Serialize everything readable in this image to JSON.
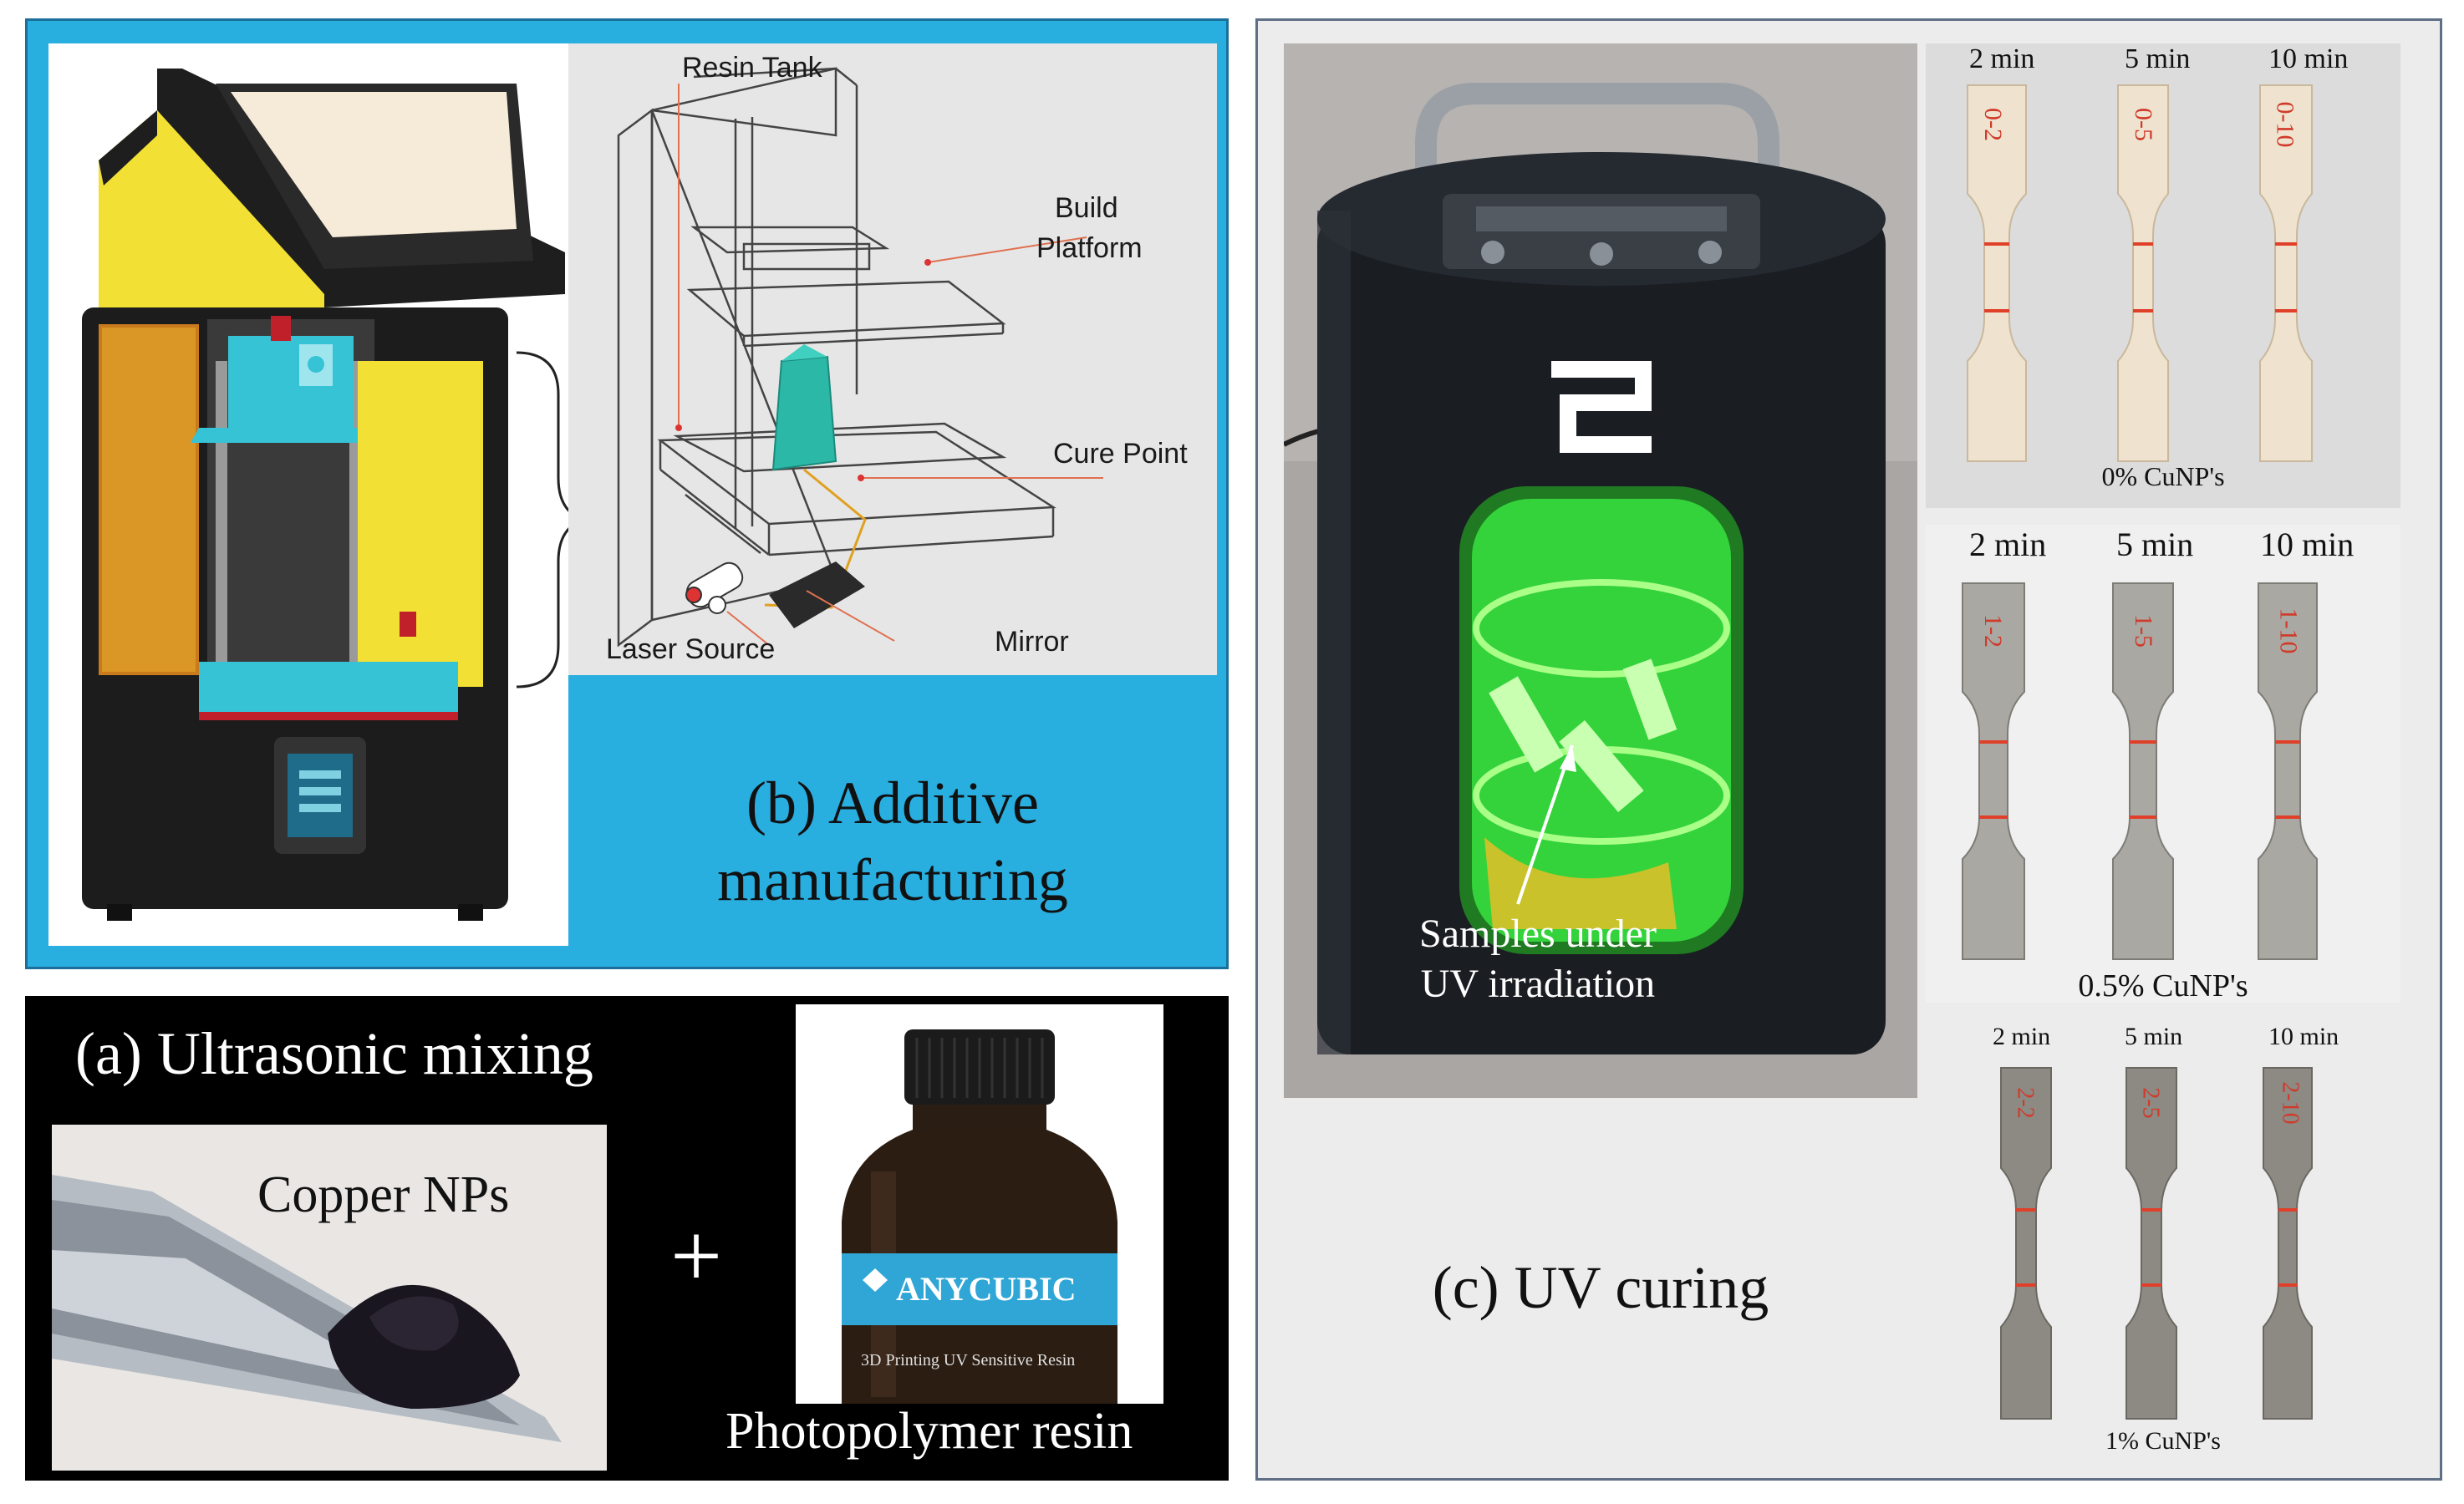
{
  "colors": {
    "panel_b_bg": "#29aee0",
    "panel_a_bg": "#000000",
    "panel_c_border": "#5f6f86",
    "resin_blue": "#37c3d6",
    "yellow_shield": "#f5e62a",
    "uv_green": "#39ff4d"
  },
  "panel_b": {
    "title_line1": "(b) Additive",
    "title_line2": "manufacturing",
    "diagram": {
      "resin_tank": "Resin Tank",
      "build_platform_line1": "Build",
      "build_platform_line2": "Platform",
      "cure_point": "Cure Point",
      "laser_source": "Laser Source",
      "mirror": "Mirror"
    }
  },
  "panel_a": {
    "title": "(a) Ultrasonic mixing",
    "copper_label": "Copper NPs",
    "plus": "+",
    "resin_label": "Photopolymer resin",
    "bottle_brand": "ANYCUBIC",
    "bottle_text": "3D Printing UV Sensitive Resin"
  },
  "panel_c": {
    "title": "(c) UV curing",
    "samples_line1": "Samples under",
    "samples_line2": "UV irradiation",
    "groups": [
      {
        "times": [
          "2 min",
          "5 min",
          "10 min"
        ],
        "caption": "0% CuNP's",
        "marks": [
          "0-2",
          "0-5",
          "0-10"
        ]
      },
      {
        "times": [
          "2 min",
          "5 min",
          "10 min"
        ],
        "caption": "0.5% CuNP's",
        "marks": [
          "1-2",
          "1-5",
          "1-10"
        ]
      },
      {
        "times": [
          "2 min",
          "5 min",
          "10 min"
        ],
        "caption": "1% CuNP's",
        "marks": [
          "2-2",
          "2-5",
          "2-10"
        ]
      }
    ]
  }
}
